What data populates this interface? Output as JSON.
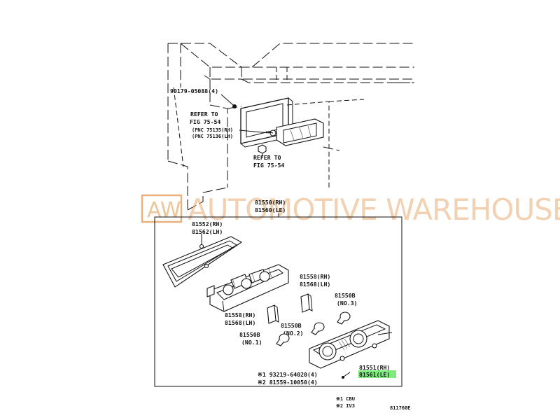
{
  "watermark": {
    "logo": "AW",
    "text": "AUTOMOTIVE WAREHOUSE"
  },
  "labels": {
    "bolt_top": "90179-05088(4)",
    "refer1_a": "REFER TO",
    "refer1_b": "FIG 75-54",
    "refer1_c": "(PNC 75135(RH)",
    "refer1_d": "(PNC 75136(LH)",
    "refer2_a": "REFER TO",
    "refer2_b": "FIG 75-54",
    "assy_rh": "81550(RH)",
    "assy_lh": "81560(LE)",
    "gasket_rh": "81552(RH)",
    "gasket_lh": "81562(LH)",
    "pad_a_rh": "81558(RH)",
    "pad_a_lh": "81568(LH)",
    "bulb3_pn": "81550B",
    "bulb3_no": "(NO.3)",
    "pad_b_rh": "81558(RH)",
    "pad_b_lh": "81568(LH)",
    "bulb2_pn": "81550B",
    "bulb2_no": "(NO.2)",
    "bulb1_pn": "81550B",
    "bulb1_no": "(NO.1)",
    "lens_rh": "81551(RH)",
    "lens_lh": "81561(LE)",
    "screw1": "※1 93219-64020(4)",
    "screw2": "※2 81559-10050(4)",
    "note1": "※1 CBU",
    "note2": "※2 IV3",
    "fig_id": "811760E"
  },
  "colors": {
    "highlight": "#7dec7d",
    "watermark": "#e6ad72"
  }
}
